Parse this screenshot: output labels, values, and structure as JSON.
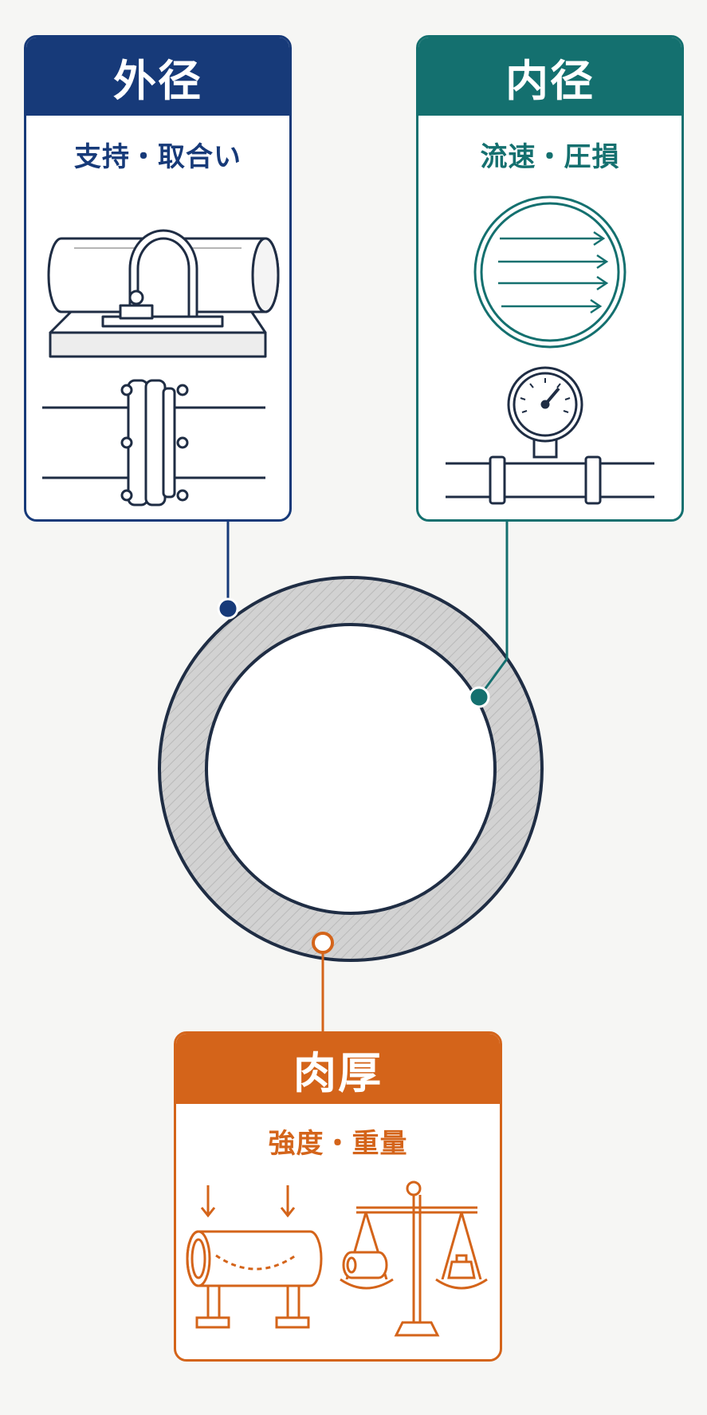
{
  "outer": {
    "title": "外径",
    "subtitle": "支持・取合い"
  },
  "inner": {
    "title": "内径",
    "subtitle": "流速・圧損"
  },
  "thickness": {
    "title": "肉厚",
    "subtitle": "強度・重量"
  },
  "colors": {
    "outer": "#173a79",
    "inner": "#14706f",
    "thickness": "#d4641a",
    "ring_fill": "#cfcfcf",
    "background": "#f6f6f4"
  },
  "icons": [
    "pipe-support-icon",
    "flange-icon",
    "flow-arrows-icon",
    "pressure-gauge-icon",
    "pipe-load-icon",
    "balance-scale-icon"
  ]
}
